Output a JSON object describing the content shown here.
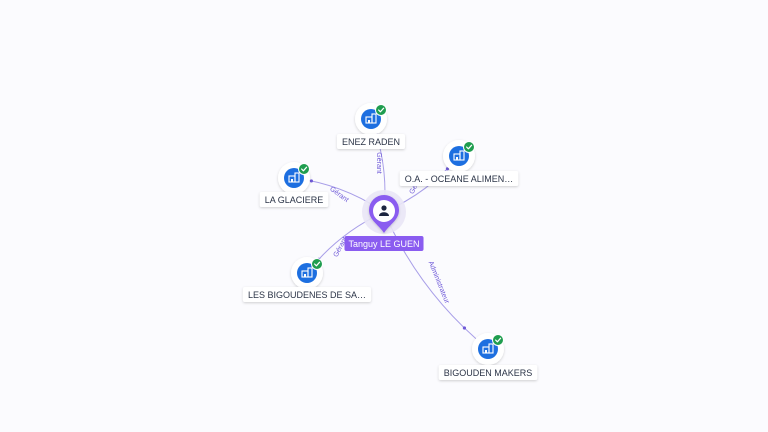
{
  "colors": {
    "background": "#fbfbfe",
    "edge": "#a89ee8",
    "edge_label": "#6f5ad8",
    "person_pin": "#8a5cf0",
    "person_label_bg": "#8a5cf0",
    "company_icon": "#1d6fe0",
    "check_badge": "#1f9d4f",
    "label_bg": "#ffffff",
    "label_text": "#2b3447"
  },
  "person": {
    "name": "Tanguy LE GUEN",
    "icon": "person-icon"
  },
  "companies": [
    {
      "id": "enez-raden",
      "name": "ENEZ RADEN",
      "icon": "building-icon",
      "status_icon": "check-icon",
      "role": "Gérant"
    },
    {
      "id": "oa-oceane",
      "name": "O.A. - OCEANE ALIMEN…",
      "icon": "building-icon",
      "status_icon": "check-icon",
      "role": "Gérant"
    },
    {
      "id": "la-glaciere",
      "name": "LA GLACIERE",
      "icon": "building-icon",
      "status_icon": "check-icon",
      "role": "Gérant"
    },
    {
      "id": "les-bigoudenes",
      "name": "LES BIGOUDENES DE SA…",
      "icon": "building-icon",
      "status_icon": "check-icon",
      "role": "Gérant"
    },
    {
      "id": "bigouden-makers",
      "name": "BIGOUDEN MAKERS",
      "icon": "building-icon",
      "status_icon": "check-icon",
      "role": "Administrateur"
    }
  ]
}
